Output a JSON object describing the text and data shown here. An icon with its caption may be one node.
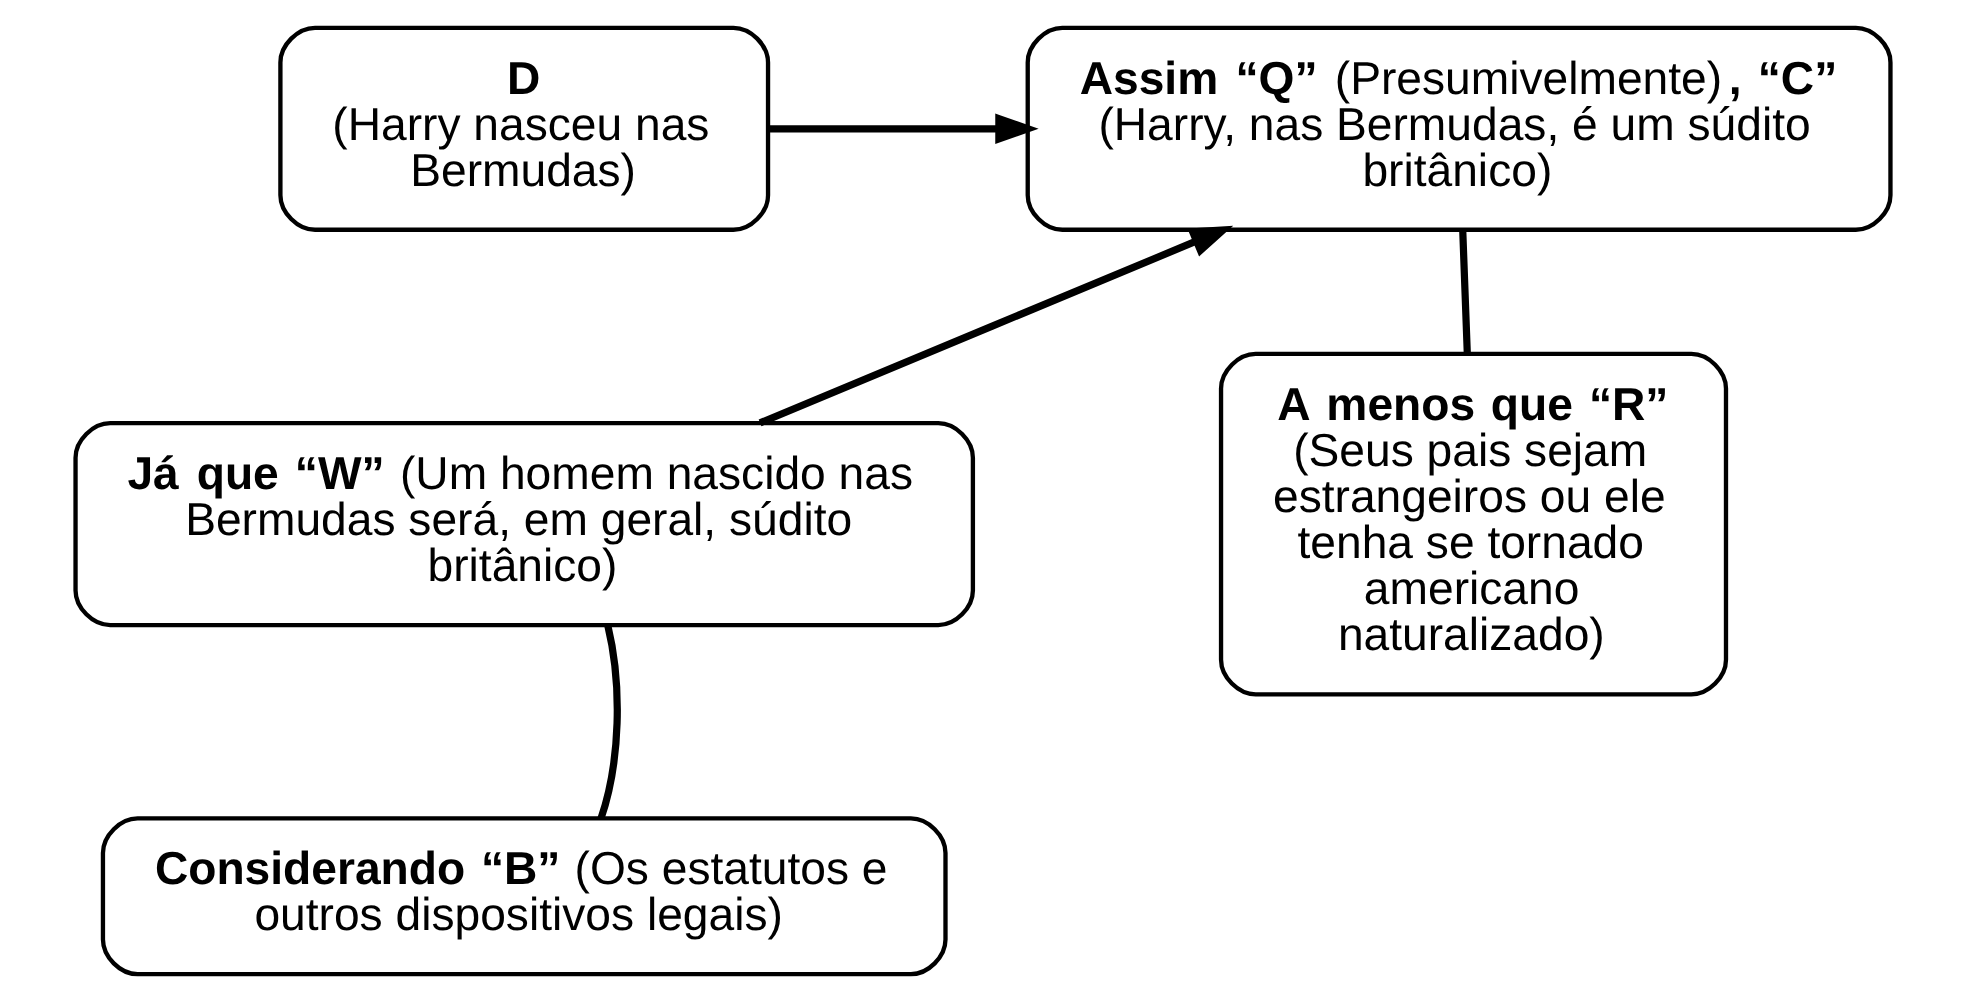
{
  "diagram": {
    "nodes": [
      {
        "text": [
          "**D**",
          "(Harry nasceu nas Bermudas)"
        ]
      },
      {
        "text": [
          "**Assim “Q”** (Presumivelmente)**,** **“C”** (Harry, nas Bermudas, é um súdito britânico)"
        ]
      },
      {
        "text": [
          "**Já que “W”** (Um homem nascido nas Bermudas será, em geral, súdito britânico)"
        ]
      },
      {
        "text": [
          "**A menos que “R”**",
          "(Seus pais sejam estrangeiros ou ele tenha se tornado americano naturalizado)"
        ]
      },
      {
        "text": [
          "**Considerando “B”** (Os estatutos e outros dispositivos legais)"
        ]
      }
    ],
    "edges": [
      {
        "from": 0,
        "to": 1,
        "arrow": "to"
      },
      {
        "from": 2,
        "to": 1,
        "arrow": "to"
      },
      {
        "from": 1,
        "to": 3,
        "arrow": "none"
      },
      {
        "from": 4,
        "to": 2,
        "arrow": "none"
      }
    ]
  }
}
